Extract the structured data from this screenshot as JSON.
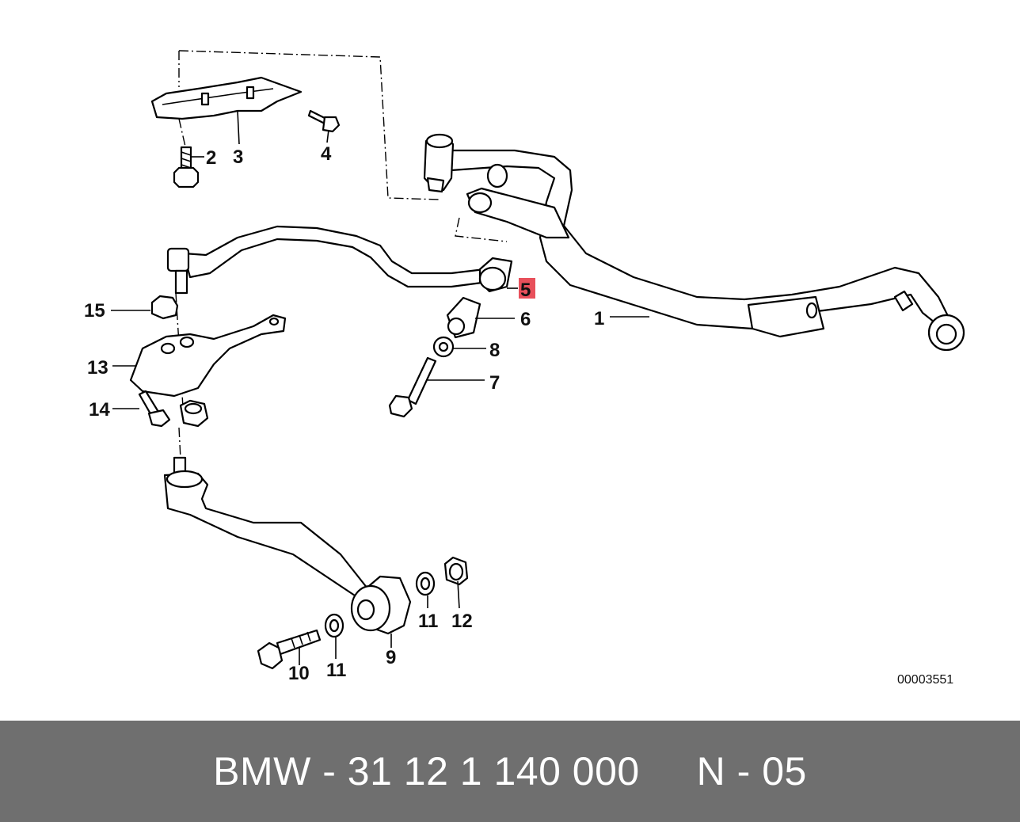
{
  "diagram": {
    "callouts": {
      "c1": "1",
      "c2": "2",
      "c3": "3",
      "c4": "4",
      "c5": "5",
      "c6": "6",
      "c7": "7",
      "c8": "8",
      "c9": "9",
      "c10": "10",
      "c11a": "11",
      "c11b": "11",
      "c12": "12",
      "c13": "13",
      "c14": "14",
      "c15": "15"
    },
    "highlight_color": "#e8505b",
    "reference_code": "00003551"
  },
  "footer": {
    "text": "BMW - 31 12 1 140 000     N - 05",
    "background_color": "#6f6f6f"
  }
}
